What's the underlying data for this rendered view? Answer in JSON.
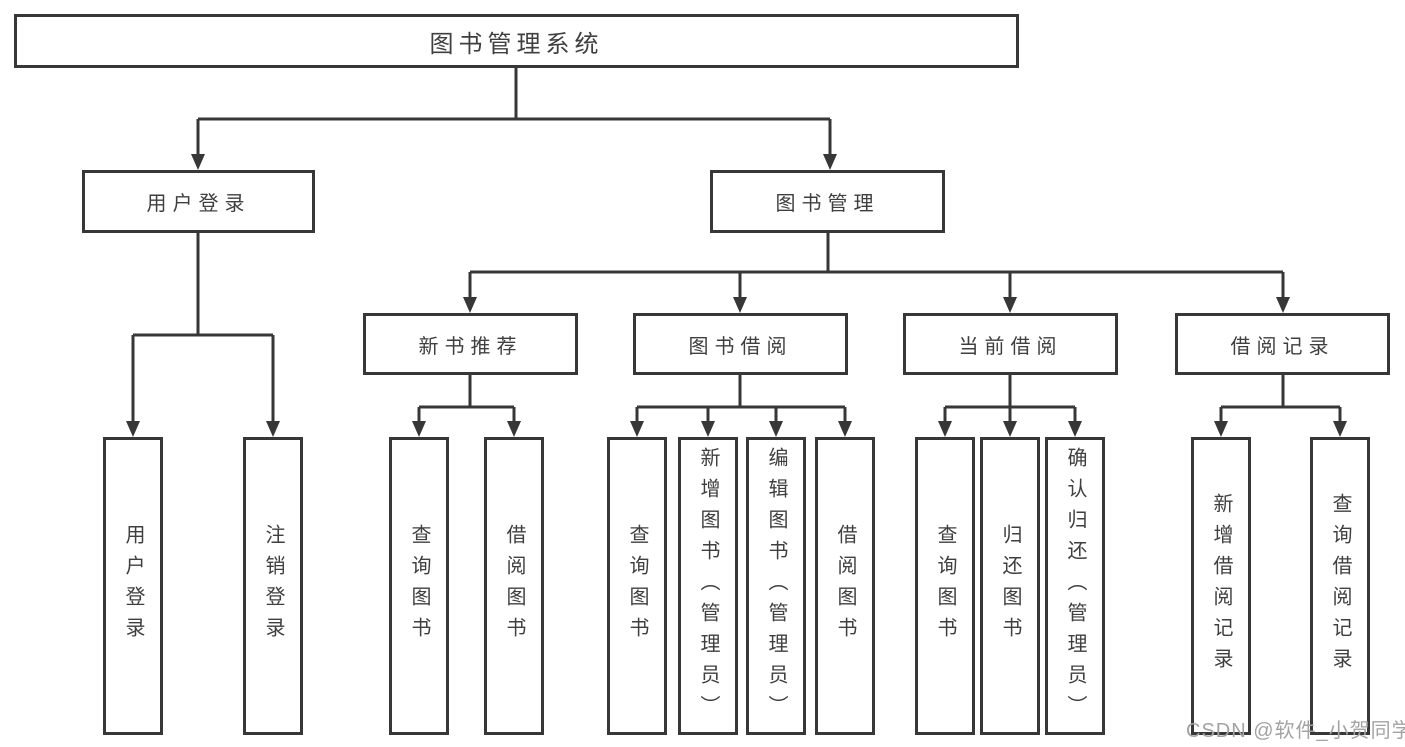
{
  "tree": {
    "root": {
      "label": "图书管理系统"
    },
    "branches": [
      {
        "label": "用户登录",
        "children": [
          {
            "label": "用户登录"
          },
          {
            "label": "注销登录"
          }
        ]
      },
      {
        "label": "图书管理",
        "children": [
          {
            "label": "新书推荐",
            "children": [
              {
                "label": "查询图书"
              },
              {
                "label": "借阅图书"
              }
            ]
          },
          {
            "label": "图书借阅",
            "children": [
              {
                "label": "查询图书"
              },
              {
                "label": "新增图书（管理员）"
              },
              {
                "label": "编辑图书（管理员）"
              },
              {
                "label": "借阅图书"
              }
            ]
          },
          {
            "label": "当前借阅",
            "children": [
              {
                "label": "查询图书"
              },
              {
                "label": "归还图书"
              },
              {
                "label": "确认归还（管理员）"
              }
            ]
          },
          {
            "label": "借阅记录",
            "children": [
              {
                "label": "新增借阅记录"
              },
              {
                "label": "查询借阅记录"
              }
            ]
          }
        ]
      }
    ]
  },
  "watermark": {
    "text": "CSDN @软件_小贺同学"
  },
  "colors": {
    "line": "#373737",
    "box_border": "#373737",
    "text": "#3f3f3f",
    "watermark": "#a3a3a3",
    "background": "#ffffff"
  }
}
